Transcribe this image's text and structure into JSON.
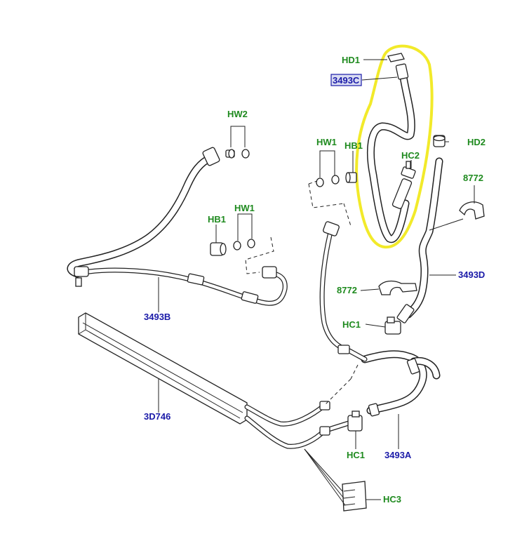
{
  "diagram": {
    "title": "Power steering fluid cooler hoses",
    "highlight_color": "#f2ea2a",
    "label_green": "#1e8a1e",
    "label_blue": "#1a1aa8",
    "callouts": {
      "hd1": "HD1",
      "c3493c": "3493C",
      "hd2": "HD2",
      "hw2": "HW2",
      "hw1_top": "HW1",
      "hb1_top": "HB1",
      "hc2": "HC2",
      "n8772_top": "8772",
      "hb1_mid": "HB1",
      "hw1_mid": "HW1",
      "c3493d": "3493D",
      "n8772_mid": "8772",
      "c3493b": "3493B",
      "hc1_mid": "HC1",
      "c3d746": "3D746",
      "hc1_bot": "HC1",
      "c3493a": "3493A",
      "hc3": "HC3"
    }
  }
}
